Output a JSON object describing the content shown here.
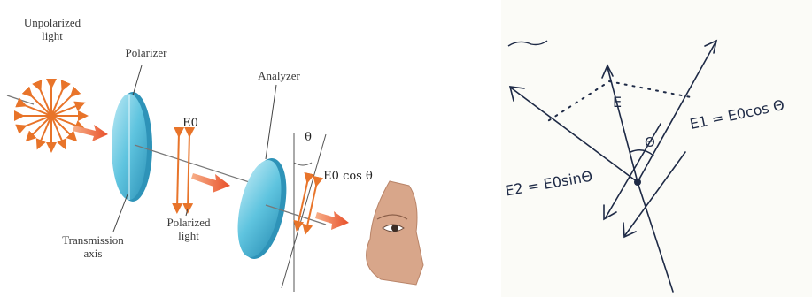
{
  "left_diagram": {
    "unpolarized_label": "Unpolarized light",
    "polarizer_label": "Polarizer",
    "analyzer_label": "Analyzer",
    "e0_label": "E0",
    "theta_label": "θ",
    "e0cos_label": "E0 cos θ",
    "transmission_axis_label": "Transmission axis",
    "polarized_light_label": "Polarized light",
    "colors": {
      "arrow": "#e8742a",
      "lens": "#5fc4df",
      "lens_edge": "#2e93b8"
    }
  },
  "right_diagram": {
    "e_label": "E",
    "theta_label": "Θ",
    "e1_label": "E1 = E0cos Θ",
    "e2_label": "E2 = E0sinΘ",
    "ink_color": "#1e2a46"
  }
}
